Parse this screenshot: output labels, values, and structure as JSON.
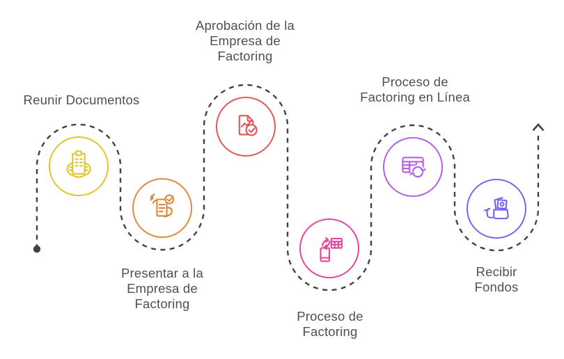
{
  "diagram": {
    "background_color": "#ffffff",
    "flow_path": {
      "color": "#3e4245",
      "line_style": "dashed",
      "start_marker": "dot",
      "end_marker": "arrow-up"
    },
    "label_text_color": "#4e5052",
    "steps": [
      {
        "label": "Reunir Documentos",
        "color": "#e2c529",
        "icon": "hands-holding-document-icon",
        "label_position": "above"
      },
      {
        "label": "Presentar a la\nEmpresa de\nFactoring",
        "color": "#e0893c",
        "icon": "submit-document-check-icon",
        "label_position": "below"
      },
      {
        "label": "Aprobación de la\nEmpresa de\nFactoring",
        "color": "#e35757",
        "icon": "approved-document-chart-icon",
        "label_position": "above"
      },
      {
        "label": "Proceso de\nFactoring",
        "color": "#e8459d",
        "icon": "device-data-exchange-icon",
        "label_position": "below"
      },
      {
        "label": "Proceso de\nFactoring en Línea",
        "color": "#b55fe6",
        "icon": "spreadsheet-sync-icon",
        "label_position": "above"
      },
      {
        "label": "Recibir Fondos",
        "color": "#7b64ef",
        "icon": "hand-receiving-money-icon",
        "label_position": "below"
      }
    ]
  }
}
